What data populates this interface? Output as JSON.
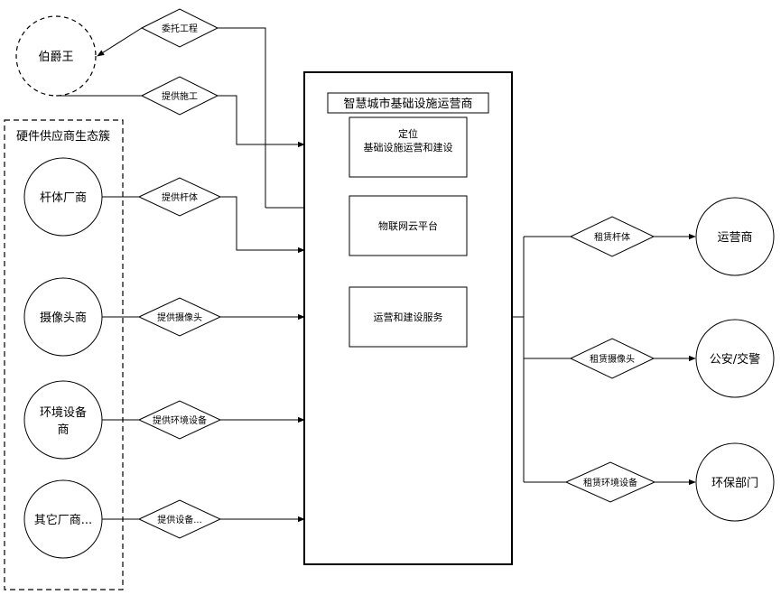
{
  "diagram": {
    "center": {
      "title": "智慧城市基础设施运营商",
      "box1_line1": "定位",
      "box1_line2": "基础设施运营和建设",
      "box2": "物联网云平台",
      "box3": "运营和建设服务"
    },
    "boje": {
      "name": "伯爵王",
      "rel_in": "委托工程",
      "rel_out": "提供施工"
    },
    "ecosystem": {
      "title": "硬件供应商生态簇",
      "suppliers": [
        {
          "name": "杆体厂商",
          "relation": "提供杆体"
        },
        {
          "name": "摄像头商",
          "relation": "提供摄像头"
        },
        {
          "name_line1": "环境设备",
          "name_line2": "商",
          "relation": "提供环境设备"
        },
        {
          "name": "其它厂商...",
          "relation": "提供设备..."
        }
      ]
    },
    "customers": [
      {
        "name": "运营商",
        "relation": "租赁杆体"
      },
      {
        "name": "公安/交警",
        "relation": "租赁摄像头"
      },
      {
        "name": "环保部门",
        "relation": "租赁环境设备"
      }
    ]
  }
}
